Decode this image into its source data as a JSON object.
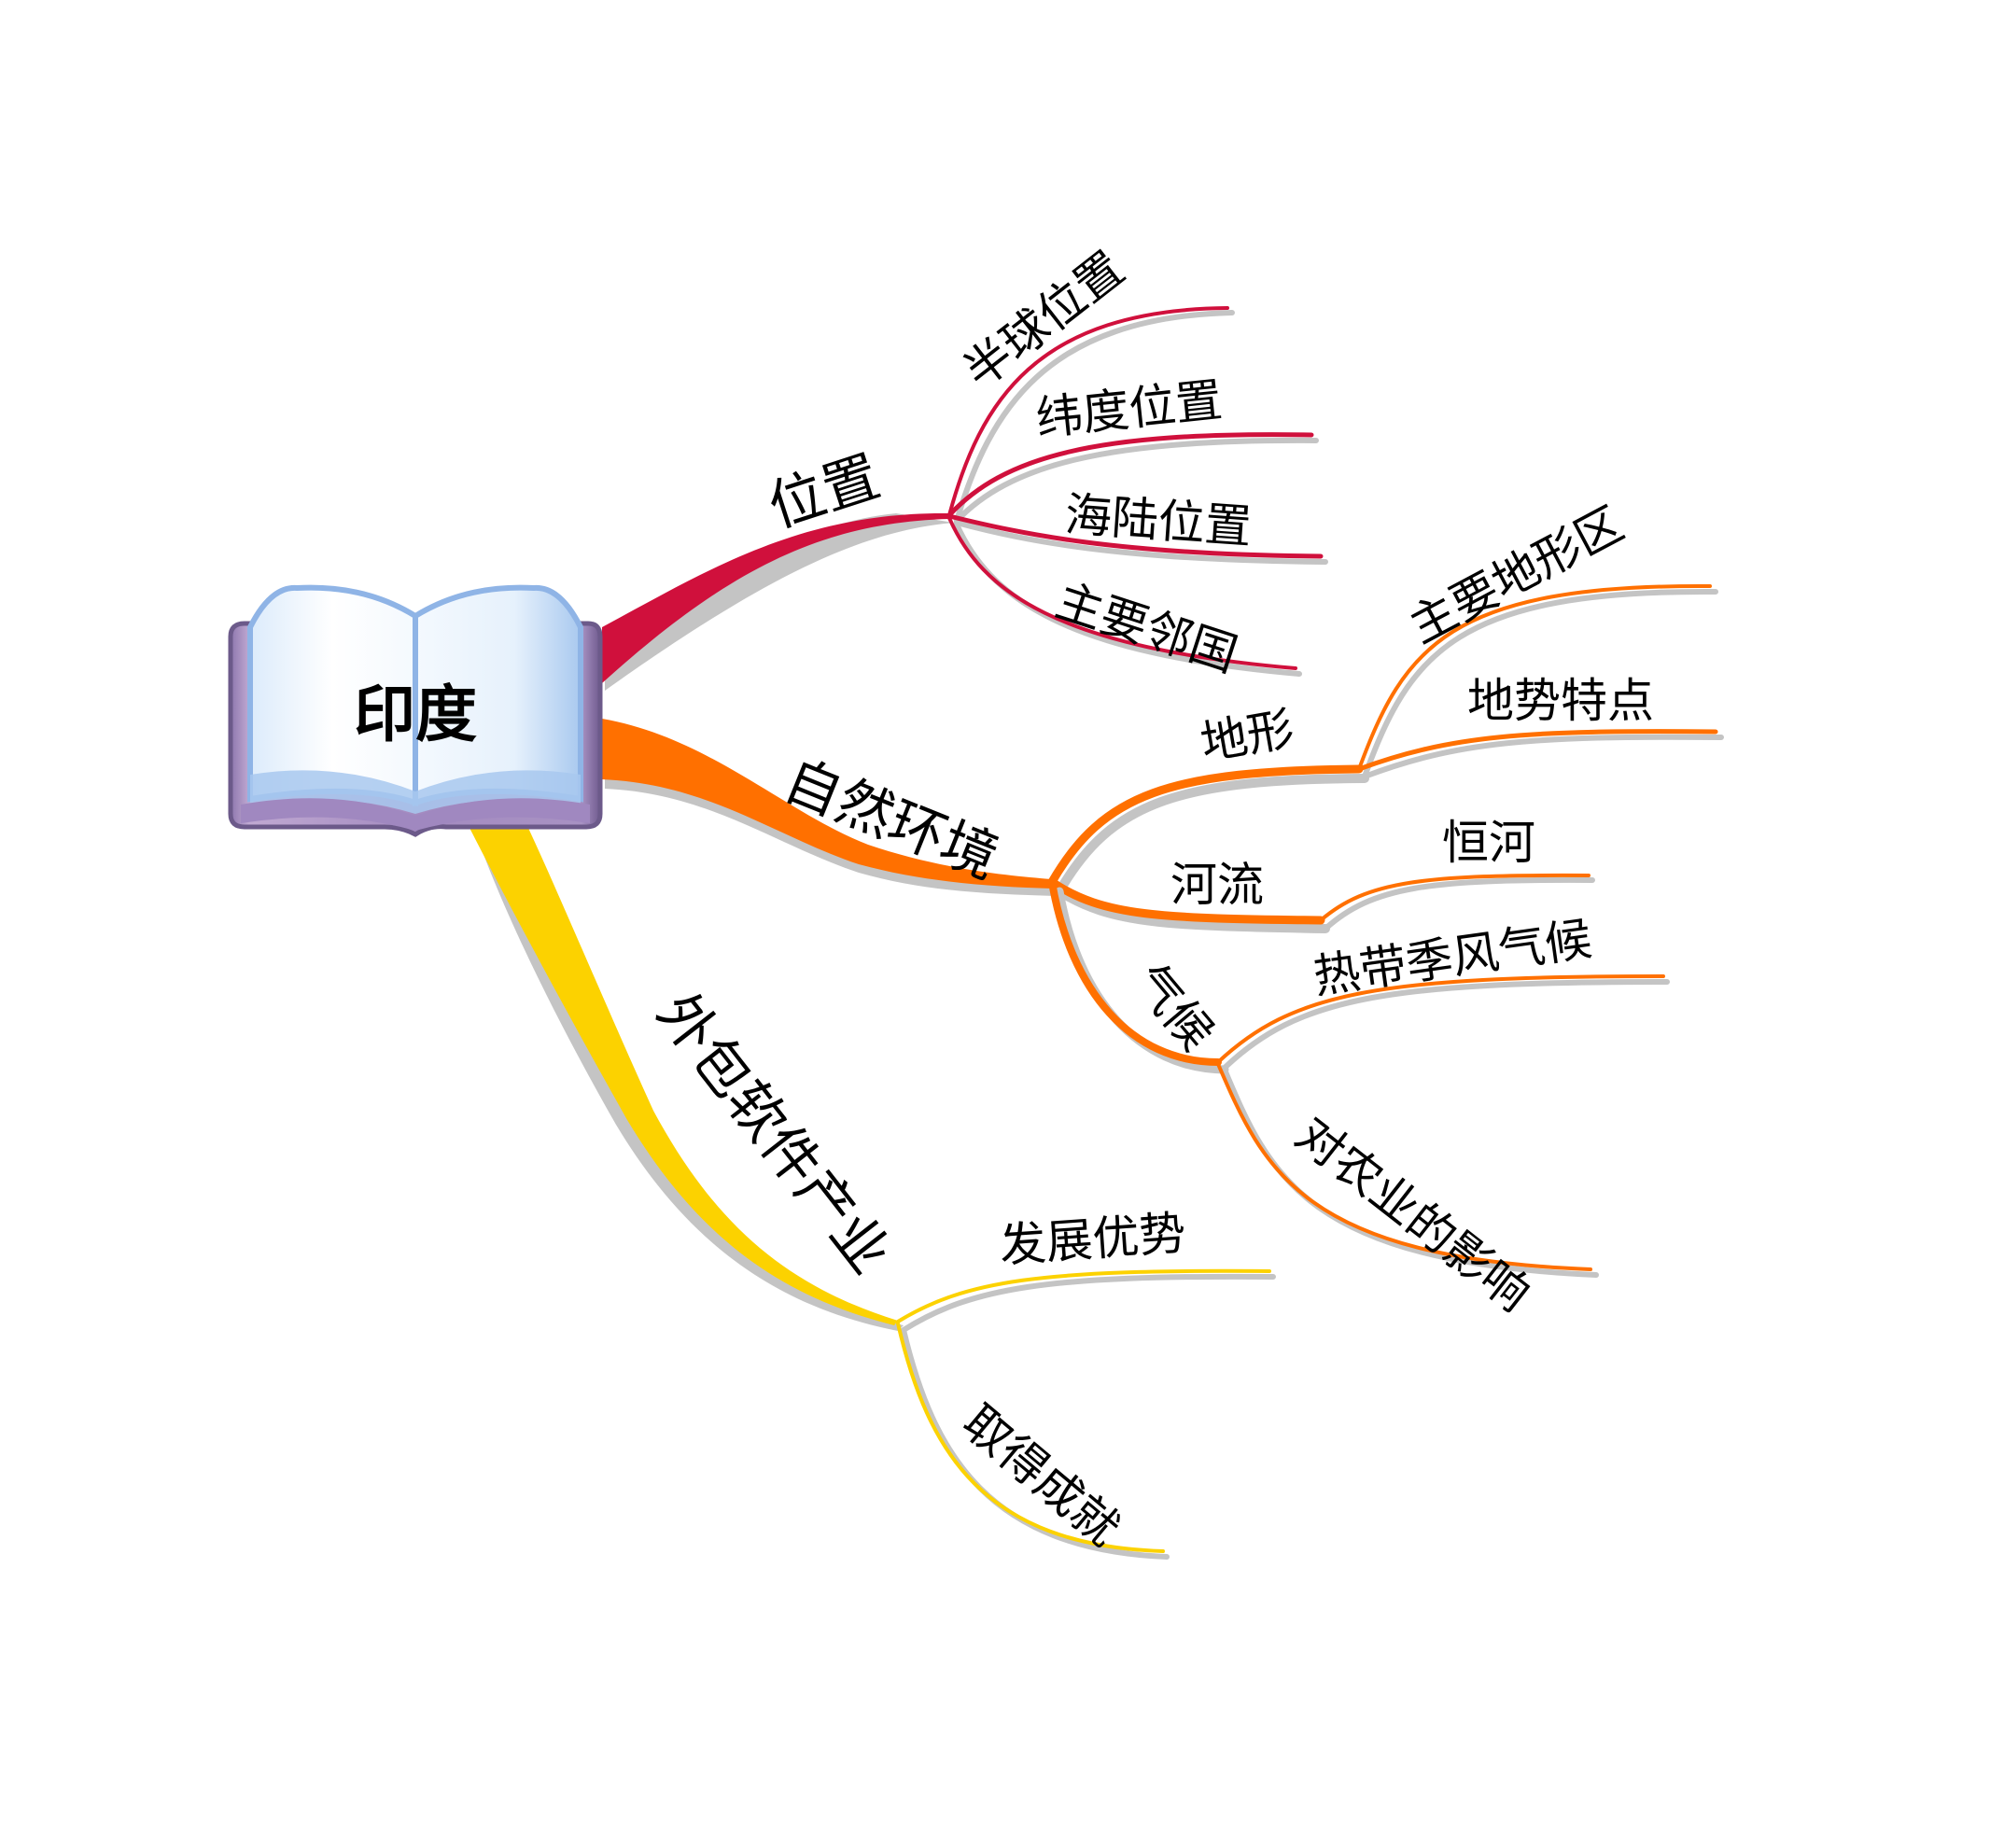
{
  "root": {
    "label": "印度",
    "icon": "open-book-icon"
  },
  "colors": {
    "location": "#d0103c",
    "nature": "#ff7000",
    "industry": "#fcd200",
    "shadow": "#c4c4c4",
    "book_cover": "#9b84b8",
    "book_page": "#eef6fd",
    "book_edge": "#8fb4e6"
  },
  "branches": [
    {
      "label": "位置",
      "children": [
        {
          "label": "半球位置"
        },
        {
          "label": "纬度位置"
        },
        {
          "label": "海陆位置"
        },
        {
          "label": "主要邻国"
        }
      ]
    },
    {
      "label": "自然环境",
      "children": [
        {
          "label": "地形",
          "children": [
            {
              "label": "主要地形区"
            },
            {
              "label": "地势特点"
            }
          ]
        },
        {
          "label": "河流",
          "children": [
            {
              "label": "恒河"
            }
          ]
        },
        {
          "label": "气候",
          "children": [
            {
              "label": "热带季风气候"
            },
            {
              "label": "对农业的影响"
            }
          ]
        }
      ]
    },
    {
      "label": "外包软件产业",
      "children": [
        {
          "label": "发展优势"
        },
        {
          "label": "取得成就"
        }
      ]
    }
  ]
}
